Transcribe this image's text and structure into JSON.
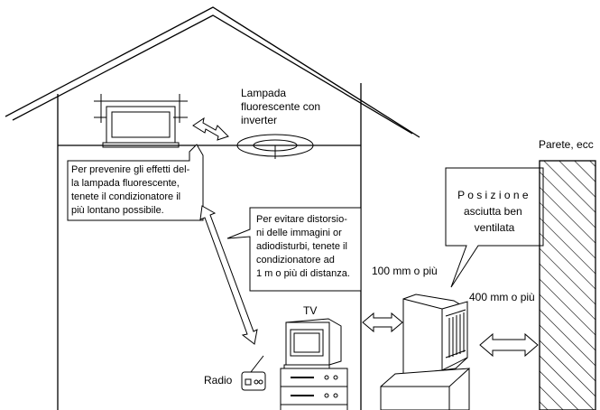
{
  "labels": {
    "lamp": [
      "Lampada",
      "fluorescente con",
      "inverter"
    ],
    "wall": "Parete, ecc",
    "position_box": [
      "P o s i z i o n e",
      "asciutta ben",
      "ventilata"
    ],
    "clearance_100": "100 mm o più",
    "clearance_400": "400 mm o più",
    "tv": "TV",
    "radio": "Radio"
  },
  "callouts": {
    "fluorescent": [
      "Per prevenire gli effetti del-",
      "la lampada fluorescente,",
      "tenete il condizionatore il",
      "più lontano possibile."
    ],
    "interference": [
      "Per evitare distorsio-",
      "ni delle immagini or",
      "adiodisturbi, tenete il",
      "condizionatore ad",
      "1 m o più di distanza."
    ]
  }
}
